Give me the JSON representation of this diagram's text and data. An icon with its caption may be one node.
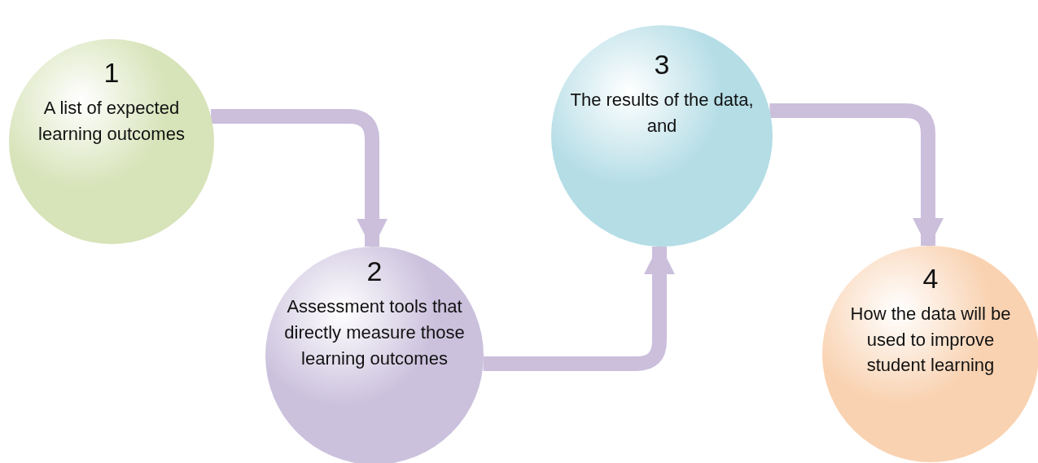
{
  "diagram": {
    "nodes": [
      {
        "text": [
          "1",
          "A list of expected learning outcomes"
        ]
      },
      {
        "text": [
          "2",
          "Assessment tools that directly measure those learning outcomes"
        ]
      },
      {
        "text": [
          "3",
          "The results of the data, and"
        ]
      },
      {
        "text": [
          "4",
          "How the data will be used to improve student learning"
        ]
      }
    ],
    "edges": [
      {
        "from": 0,
        "to": 1,
        "arrow": "to"
      },
      {
        "from": 1,
        "to": 2,
        "arrow": "to"
      },
      {
        "from": 2,
        "to": 3,
        "arrow": "to"
      }
    ]
  }
}
